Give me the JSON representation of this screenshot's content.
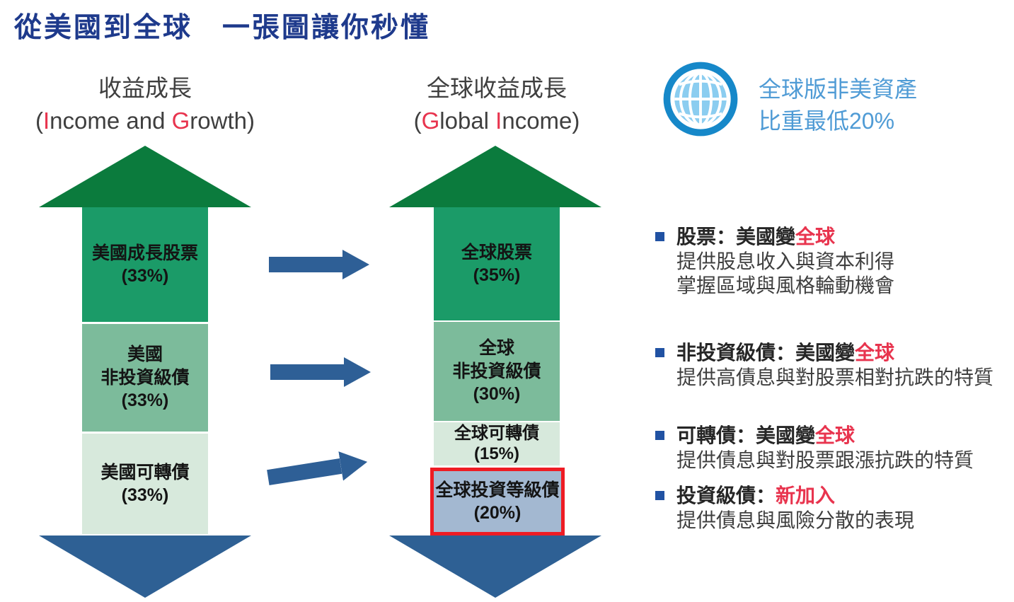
{
  "title": "從美國到全球　一張圖讓你秒懂",
  "left_chart": {
    "title_zh": "收益成長",
    "title_en": [
      "(",
      "I",
      "ncome and ",
      "G",
      "rowth)"
    ],
    "segments": [
      {
        "line1": "美國成長股票",
        "pct": "(33%)"
      },
      {
        "line1": "美國",
        "line2": "非投資級債",
        "pct": "(33%)"
      },
      {
        "line1": "美國可轉債",
        "pct": "(33%)"
      }
    ]
  },
  "right_chart": {
    "title_zh": "全球收益成長",
    "title_en": [
      "(",
      "G",
      "lobal ",
      "I",
      "ncome)"
    ],
    "segments": [
      {
        "line1": "全球股票",
        "pct": "(35%)"
      },
      {
        "line1": "全球",
        "line2": "非投資級債",
        "pct": "(30%)"
      },
      {
        "line1": "全球可轉債",
        "pct": "(15%)"
      },
      {
        "line1": "全球投資等級債",
        "pct": "(20%)",
        "highlighted": true
      }
    ]
  },
  "badge": {
    "icon": "globe-icon",
    "line1": "全球版非美資產",
    "line2": "比重最低20%"
  },
  "bullets": [
    {
      "title_prefix": "股票：美國變",
      "title_highlight": "全球",
      "desc": [
        "提供股息收入與資本利得",
        "掌握區域與風格輪動機會"
      ]
    },
    {
      "title_prefix": "非投資級債：美國變",
      "title_highlight": "全球",
      "desc": [
        "提供高債息與對股票相對抗跌的特質"
      ]
    },
    {
      "title_prefix": "可轉債：美國變",
      "title_highlight": "全球",
      "desc": [
        "提供債息與對股票跟漲抗跌的特質"
      ]
    },
    {
      "title_prefix": "投資級債：",
      "title_highlight": "新加入",
      "desc": [
        "提供債息與風險分散的表現"
      ]
    }
  ],
  "colors": {
    "title_navy": "#1e3a8c",
    "accent_red": "#e8344e",
    "highlight_border_red": "#ee1c24",
    "arrow_green_dark": "#0b7b3d",
    "segment_green": "#1b9b68",
    "segment_sage": "#7cbb9b",
    "segment_light_green": "#d7e9dc",
    "segment_blue_gray": "#a3b8d1",
    "arrow_blue": "#2e6094",
    "globe_blue": "#1688c9",
    "globe_fill_blue": "#8bcdf0",
    "badge_text_blue": "#4f9bd5",
    "bullet_square_blue": "#2152a3"
  },
  "chart_data": {
    "type": "bar",
    "note": "two stacked allocation bars",
    "series": [
      {
        "name": "收益成長 (Income and Growth)",
        "categories": [
          "美國成長股票",
          "美國非投資級債",
          "美國可轉債"
        ],
        "values": [
          33,
          33,
          33
        ]
      },
      {
        "name": "全球收益成長 (Global Income)",
        "categories": [
          "全球股票",
          "全球非投資級債",
          "全球可轉債",
          "全球投資等級債"
        ],
        "values": [
          35,
          30,
          15,
          20
        ]
      }
    ]
  }
}
